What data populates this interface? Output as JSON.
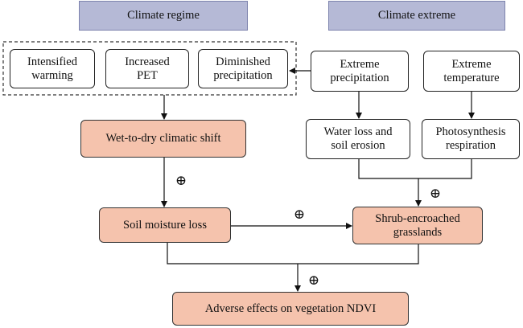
{
  "headers": {
    "regime": "Climate regime",
    "extreme": "Climate extreme"
  },
  "regime_items": [
    [
      "Intensified",
      "warming"
    ],
    [
      "Increased",
      "PET"
    ],
    [
      "Diminished",
      "precipitation"
    ]
  ],
  "extreme_items": {
    "precip": [
      "Extreme",
      "precipitation"
    ],
    "temp": [
      "Extreme",
      "temperature"
    ],
    "water": [
      "Water loss and",
      "soil erosion"
    ],
    "photo": [
      "Photosynthesis",
      "respiration"
    ]
  },
  "process": {
    "shift": "Wet-to-dry climatic shift",
    "moisture": "Soil moisture loss",
    "shrub": [
      "Shrub-encroached",
      "grasslands"
    ],
    "outcome": "Adverse effects on vegetation NDVI"
  },
  "effect_symbol": "⊕"
}
